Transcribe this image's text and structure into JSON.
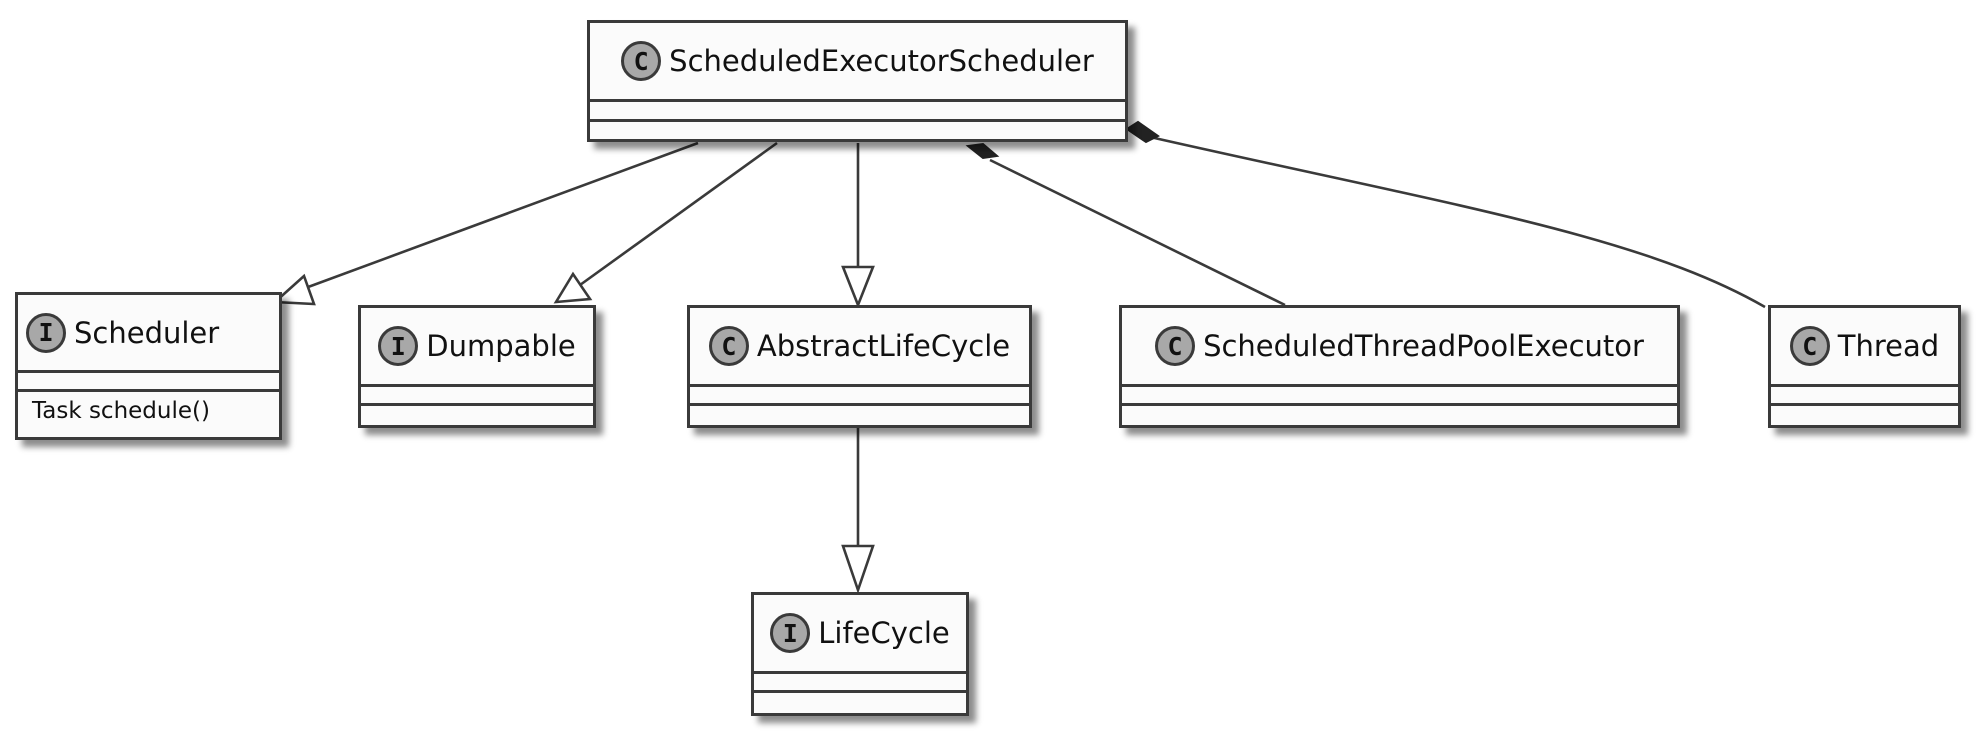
{
  "classes": {
    "scheduled_executor_scheduler": {
      "stereotype": "C",
      "name": "ScheduledExecutorScheduler"
    },
    "scheduler": {
      "stereotype": "I",
      "name": "Scheduler",
      "method": "Task schedule()"
    },
    "dumpable": {
      "stereotype": "I",
      "name": "Dumpable"
    },
    "abstract_life_cycle": {
      "stereotype": "C",
      "name": "AbstractLifeCycle"
    },
    "scheduled_thread_pool_executor": {
      "stereotype": "C",
      "name": "ScheduledThreadPoolExecutor"
    },
    "thread": {
      "stereotype": "C",
      "name": "Thread"
    },
    "life_cycle": {
      "stereotype": "I",
      "name": "LifeCycle"
    }
  },
  "relations": [
    {
      "from": "scheduled_executor_scheduler",
      "to": "scheduler",
      "kind": "realization"
    },
    {
      "from": "scheduled_executor_scheduler",
      "to": "dumpable",
      "kind": "realization"
    },
    {
      "from": "scheduled_executor_scheduler",
      "to": "abstract_life_cycle",
      "kind": "generalization"
    },
    {
      "from": "scheduled_executor_scheduler",
      "to": "scheduled_thread_pool_executor",
      "kind": "composition"
    },
    {
      "from": "scheduled_executor_scheduler",
      "to": "thread",
      "kind": "composition"
    },
    {
      "from": "abstract_life_cycle",
      "to": "life_cycle",
      "kind": "realization"
    }
  ]
}
